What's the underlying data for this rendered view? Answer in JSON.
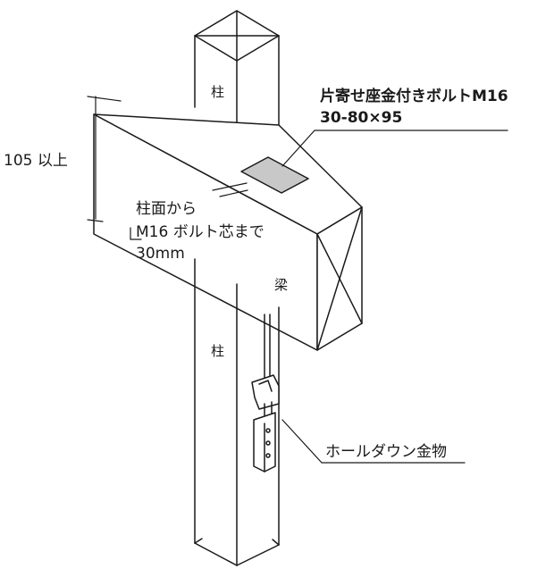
{
  "colors": {
    "line": "#1a1a1a",
    "background": "#ffffff",
    "washer_fill": "#c8c8c8"
  },
  "labels": {
    "pillar_upper": "柱",
    "pillar_lower": "柱",
    "beam": "梁",
    "bolt_title": "片寄せ座金付きボルトM16",
    "bolt_spec": "30-80×95",
    "height_dimension": "105 以上",
    "offset_line1": "柱面から",
    "offset_line2": "M16 ボルト芯まで",
    "offset_line3": "30mm",
    "holdown": "ホールダウン金物"
  }
}
